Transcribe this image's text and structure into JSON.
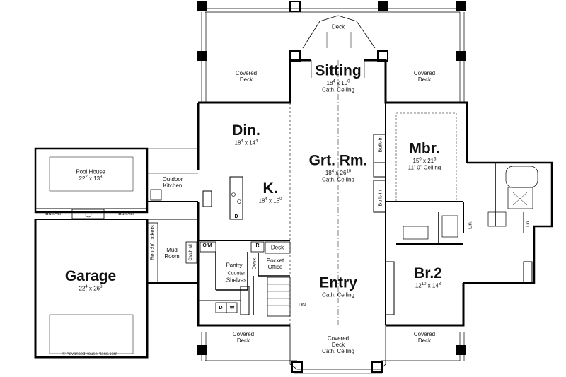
{
  "rooms": {
    "deck_top": "Deck",
    "covered_deck_left": [
      "Covered",
      "Deck"
    ],
    "covered_deck_right": [
      "Covered",
      "Deck"
    ],
    "sitting": {
      "name": "Sitting",
      "dim_w": "18",
      "dim_w_sup": "4",
      "dim_h": "10",
      "dim_h_sup": "0",
      "note": "Cath. Ceiling"
    },
    "dining": {
      "name": "Din.",
      "dim_w": "18",
      "dim_w_sup": "4",
      "dim_h": "14",
      "dim_h_sup": "4"
    },
    "great_room": {
      "name": "Grt. Rm.",
      "dim_w": "18",
      "dim_w_sup": "4",
      "dim_h": "26",
      "dim_h_sup": "10",
      "note": "Cath. Ceiling"
    },
    "master": {
      "name": "Mbr.",
      "dim_w": "15",
      "dim_w_sup": "0",
      "dim_h": "21",
      "dim_h_sup": "6",
      "note": "11'-0\" Ceiling"
    },
    "kitchen": {
      "name": "K.",
      "dim_w": "18",
      "dim_w_sup": "4",
      "dim_h": "15",
      "dim_h_sup": "0"
    },
    "pool_house": {
      "name": "Pool House",
      "dim_w": "22",
      "dim_w_sup": "2",
      "dim_h": "13",
      "dim_h_sup": "8"
    },
    "outdoor_kitchen": [
      "Outdoor",
      "Kitchen"
    ],
    "built_in_left": "Built-In",
    "built_in_mid": "Built-In",
    "built_in_upper": "Built-In",
    "built_in_lower": "Built-In",
    "garage": {
      "name": "Garage",
      "dim_w": "22",
      "dim_w_sup": "4",
      "dim_h": "26",
      "dim_h_sup": "8"
    },
    "bench_lockers": "Bench/Lockers",
    "mud_room": [
      "Mud",
      "Room"
    ],
    "catch_all": "Catch all",
    "om": "O/M",
    "pantry": "Pantry",
    "counter_shelves": [
      "Counter",
      "Shelves"
    ],
    "r": "R",
    "desk_top": "Desk",
    "desk_side": "Desk",
    "pocket_office": [
      "Pocket",
      "Office"
    ],
    "entry": {
      "name": "Entry",
      "note": "Cath. Ceiling"
    },
    "br2": {
      "name": "Br.2",
      "dim_w": "12",
      "dim_w_sup": "10",
      "dim_h": "14",
      "dim_h_sup": "8"
    },
    "lin_upper": "Lin.",
    "lin_lower": "Lin.",
    "d_island": "D",
    "washer_d": "D",
    "washer_w": "W",
    "dn": "DN",
    "covered_deck_bl": [
      "Covered",
      "Deck"
    ],
    "covered_deck_bc": [
      "Covered",
      "Deck",
      "Cath. Ceiling"
    ],
    "covered_deck_br": [
      "Covered",
      "Deck"
    ]
  },
  "watermark": "© AdvancedHousePlans.com"
}
